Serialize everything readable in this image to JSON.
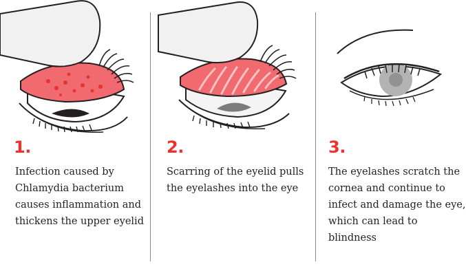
{
  "steps": [
    {
      "number": "1.",
      "text": "Infection caused by Chlamydia bacterium causes inflammation and thickens the upper eyelid"
    },
    {
      "number": "2.",
      "text": "Scarring of the eyelid pulls the eyelashes into the eye"
    },
    {
      "number": "3.",
      "text": "The eyelashes scratch the cornea and continue to infect and damage the eye, which can lead to blindness"
    }
  ],
  "colors": {
    "accent": "#e8332f",
    "inflamed_lid": "#f06a6f",
    "scar_lines": "#f9c4c2",
    "outline": "#231f20",
    "finger": "#f1f1f1",
    "iris": "#b3b3b3",
    "pupil": "#7c7c7c",
    "divider": "#8a8a8a"
  }
}
